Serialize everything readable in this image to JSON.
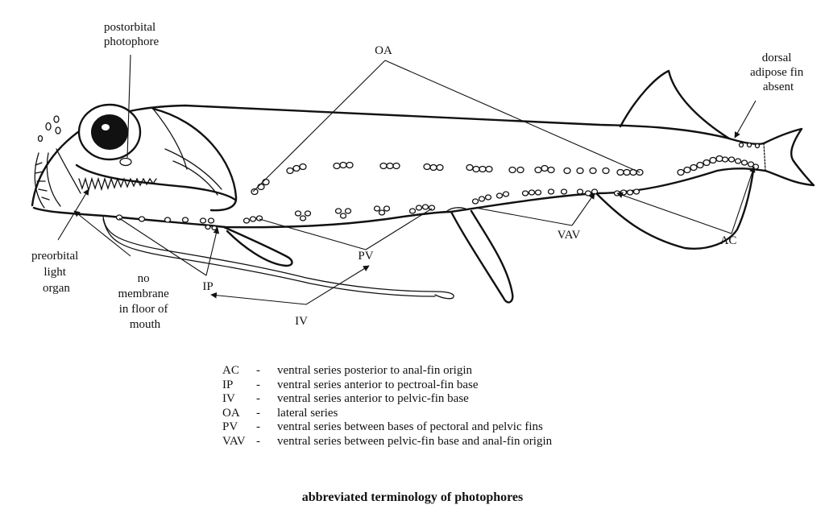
{
  "labels": {
    "postorbital": [
      "postorbital",
      "photophore"
    ],
    "oa": "OA",
    "dorsal_adipose": [
      "dorsal",
      "adipose fin",
      "absent"
    ],
    "preorbital": [
      "preorbital",
      "light",
      "organ"
    ],
    "no_membrane": [
      "no",
      "membrane",
      "in floor of",
      "mouth"
    ],
    "ip": "IP",
    "pv": "PV",
    "iv": "IV",
    "vav": "VAV",
    "ac": "AC"
  },
  "legend": [
    {
      "abbr": "AC",
      "dash": "-",
      "text": "ventral series posterior to anal-fin origin"
    },
    {
      "abbr": "IP",
      "dash": "-",
      "text": "ventral series anterior to pectroal-fin base"
    },
    {
      "abbr": "IV",
      "dash": "-",
      "text": "ventral series anterior to pelvic-fin base"
    },
    {
      "abbr": "OA",
      "dash": "-",
      "text": "lateral series"
    },
    {
      "abbr": "PV",
      "dash": "-",
      "text": "ventral series between bases of pectoral and pelvic fins"
    },
    {
      "abbr": "VAV",
      "dash": "-",
      "text": "ventral series between pelvic-fin base and anal-fin origin"
    }
  ],
  "caption": "abbreviated terminology of photophores"
}
